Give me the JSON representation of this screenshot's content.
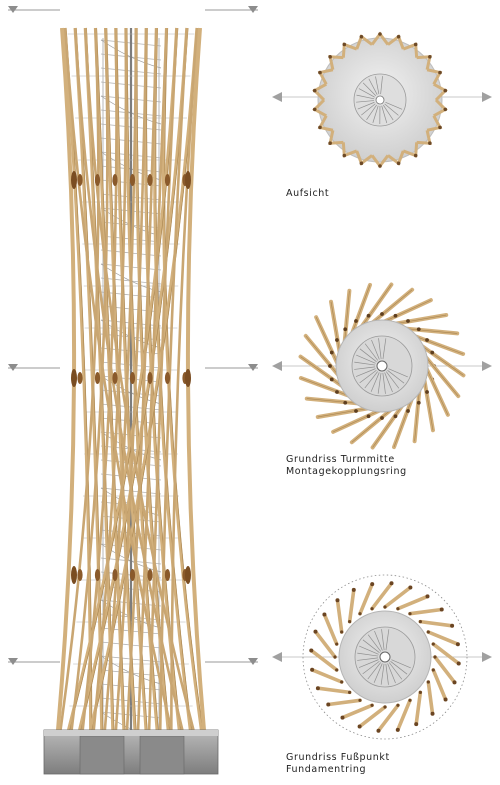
{
  "views": {
    "top": {
      "caption_lines": [
        "Aufsicht"
      ]
    },
    "middle": {
      "caption_lines": [
        "Grundriss Turmmitte",
        "Montagekopplungsring"
      ]
    },
    "base": {
      "caption_lines": [
        "Grundriss Fußpunkt",
        "Fundamentring"
      ]
    }
  },
  "colors": {
    "timber": "#d2b07c",
    "timber_dark": "#a8844f",
    "steel": "#7d7d7d",
    "concrete": "#9a9a9a",
    "marker": "#a0a0a0"
  }
}
